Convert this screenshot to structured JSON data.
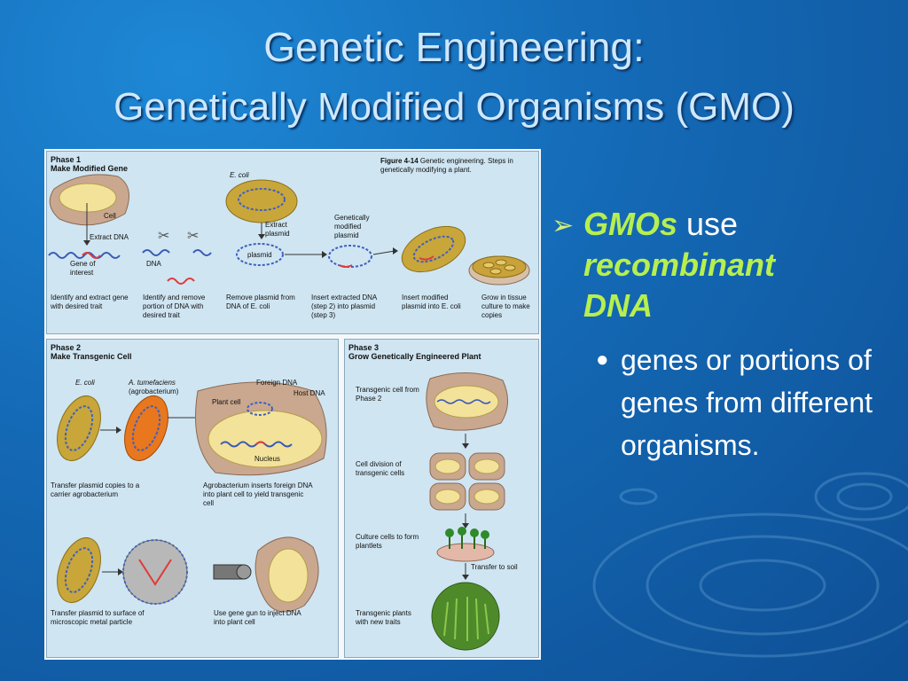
{
  "slide": {
    "title_line1": "Genetic Engineering:",
    "title_line2": "Genetically Modified Organisms (GMO)"
  },
  "figure": {
    "caption_bold": "Figure 4-14",
    "caption_text": "Genetic engineering. Steps in genetically modifying a plant.",
    "phase1": {
      "heading1": "Phase 1",
      "heading2": "Make Modified Gene",
      "labels": {
        "cell": "Cell",
        "extract_dna": "Extract DNA",
        "gene_of_interest": "Gene of interest",
        "dna": "DNA",
        "e_coli": "E. coli",
        "extract_plasmid": "Extract plasmid",
        "plasmid": "plasmid",
        "genetically_modified_plasmid": "Genetically modified plasmid"
      },
      "steps": [
        "Identify and extract gene with desired trait",
        "Identify and remove portion of DNA with desired trait",
        "Remove plasmid from DNA of E. coli",
        "Insert extracted DNA (step 2) into plasmid (step 3)",
        "Insert modified plasmid into E. coli",
        "Grow in tissue culture to make copies"
      ]
    },
    "phase2": {
      "heading1": "Phase 2",
      "heading2": "Make Transgenic Cell",
      "labels": {
        "e_coli": "E. coli",
        "a_tumefaciens": "A. tumefaciens",
        "agrobacterium": "(agrobacterium)",
        "foreign_dna": "Foreign DNA",
        "host_dna": "Host DNA",
        "plant_cell": "Plant cell",
        "nucleus": "Nucleus"
      },
      "steps": [
        "Transfer plasmid copies to a carrier agrobacterium",
        "Agrobacterium inserts foreign DNA into plant cell to yield transgenic cell",
        "Transfer plasmid to surface of microscopic metal particle",
        "Use gene gun to inject DNA into plant cell"
      ]
    },
    "phase3": {
      "heading1": "Phase 3",
      "heading2": "Grow Genetically Engineered Plant",
      "labels": {
        "transgenic_cell": "Transgenic cell from Phase 2",
        "cell_division": "Cell division of transgenic cells",
        "culture_cells": "Culture cells to form plantlets",
        "transfer_to_soil": "Transfer to soil",
        "transgenic_plants": "Transgenic plants with new traits"
      }
    }
  },
  "bullets": {
    "main_bold": "GMOs",
    "main_use": "use",
    "main_emph1": "recombinant",
    "main_emph2": "DNA",
    "sub": "genes or portions of genes from different organisms."
  },
  "colors": {
    "accent_green": "#b7ef4e",
    "title_text": "#cfe8ff"
  }
}
